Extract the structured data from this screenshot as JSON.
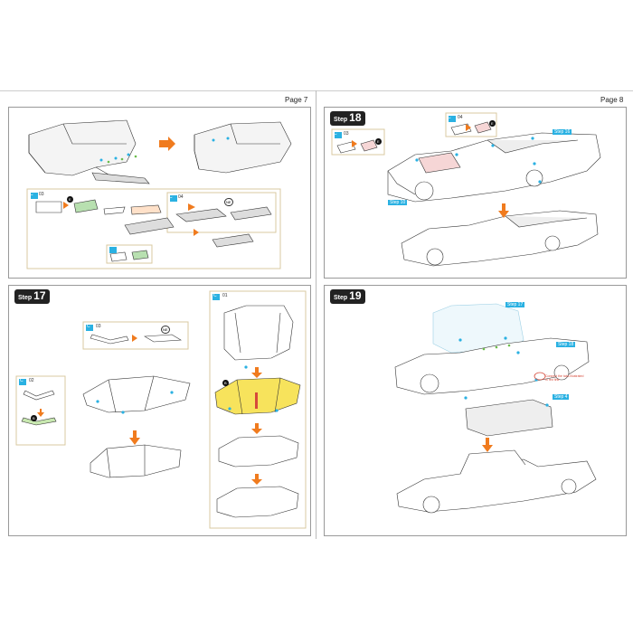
{
  "pages": {
    "left_label": "Page 7",
    "right_label": "Page 8"
  },
  "steps": {
    "s18": {
      "word": "Step",
      "number": "18"
    },
    "s17": {
      "word": "Step",
      "number": "17"
    },
    "s19": {
      "word": "Step",
      "number": "19"
    }
  },
  "part_codes": {
    "c03": "C",
    "c03_num": "03",
    "c04": "C",
    "c04_num": "04",
    "c02": "C",
    "c02_num": "02",
    "c01": "C",
    "c01_num": "01",
    "badge_e": "E",
    "badge_ne": "NE",
    "badge_b": "B"
  },
  "callouts": {
    "step16": "Step 16",
    "step10": "Step 10",
    "step17": "Step 17",
    "step18": "Step 18",
    "step4": "Step 4",
    "note": "Connect the tabs illustrated in red first"
  },
  "colors": {
    "accent": "#f07b1e",
    "cyan": "#2ab1e2",
    "yellow": "#f7e35c",
    "panel_border": "#999999",
    "frame": "#d9c9a0"
  }
}
